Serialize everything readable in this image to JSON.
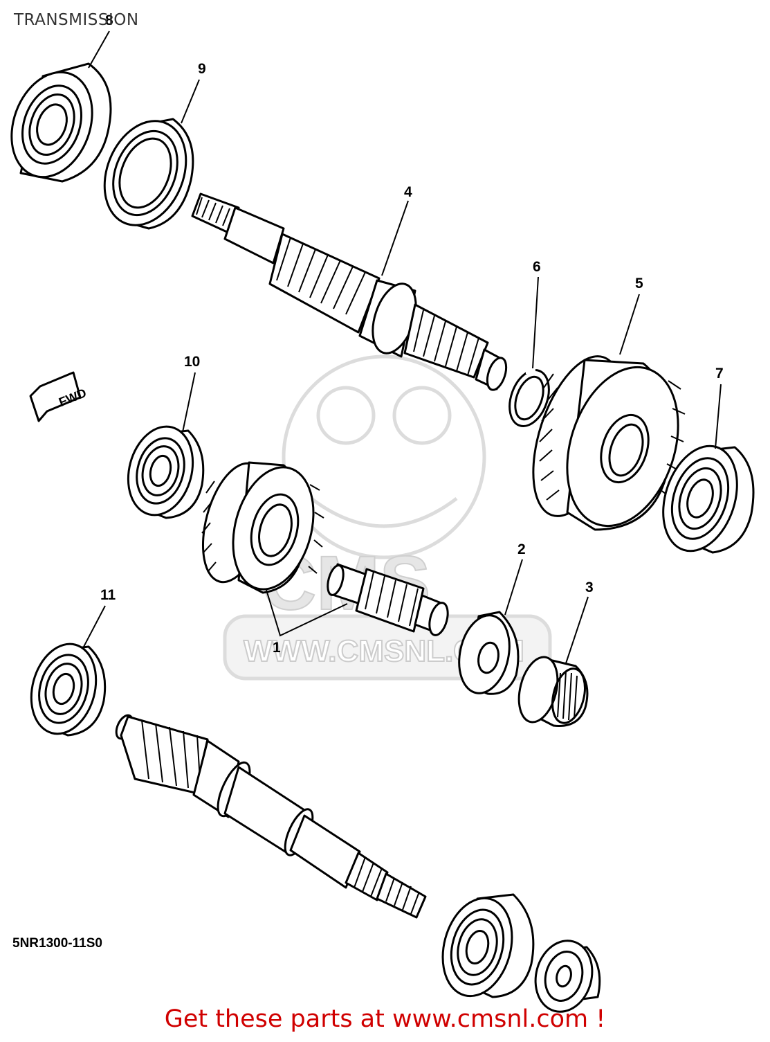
{
  "title": "TRANSMISSION",
  "diagram_code": "5NR1300-11S0",
  "fwd_label": "FWD",
  "footer": {
    "text": "Get these parts at www.cmsnl.com !",
    "color": "#d00000"
  },
  "watermark": {
    "text": "WWW.CMSNL.COM",
    "logo": "CMS"
  },
  "callouts": [
    "1",
    "2",
    "3",
    "4",
    "5",
    "6",
    "7",
    "8",
    "9",
    "10",
    "11"
  ],
  "parts": [
    {
      "ref": "1",
      "icon": "drive-gear-pair-icon"
    },
    {
      "ref": "2",
      "icon": "washer-icon"
    },
    {
      "ref": "3",
      "icon": "needle-bearing-icon"
    },
    {
      "ref": "4",
      "icon": "main-axle-icon"
    },
    {
      "ref": "5",
      "icon": "driven-gear-icon"
    },
    {
      "ref": "6",
      "icon": "circlip-icon"
    },
    {
      "ref": "7",
      "icon": "bearing-icon"
    },
    {
      "ref": "8",
      "icon": "bearing-icon"
    },
    {
      "ref": "9",
      "icon": "oil-seal-icon"
    },
    {
      "ref": "10",
      "icon": "bearing-icon"
    },
    {
      "ref": "11",
      "icon": "bearing-icon"
    }
  ]
}
